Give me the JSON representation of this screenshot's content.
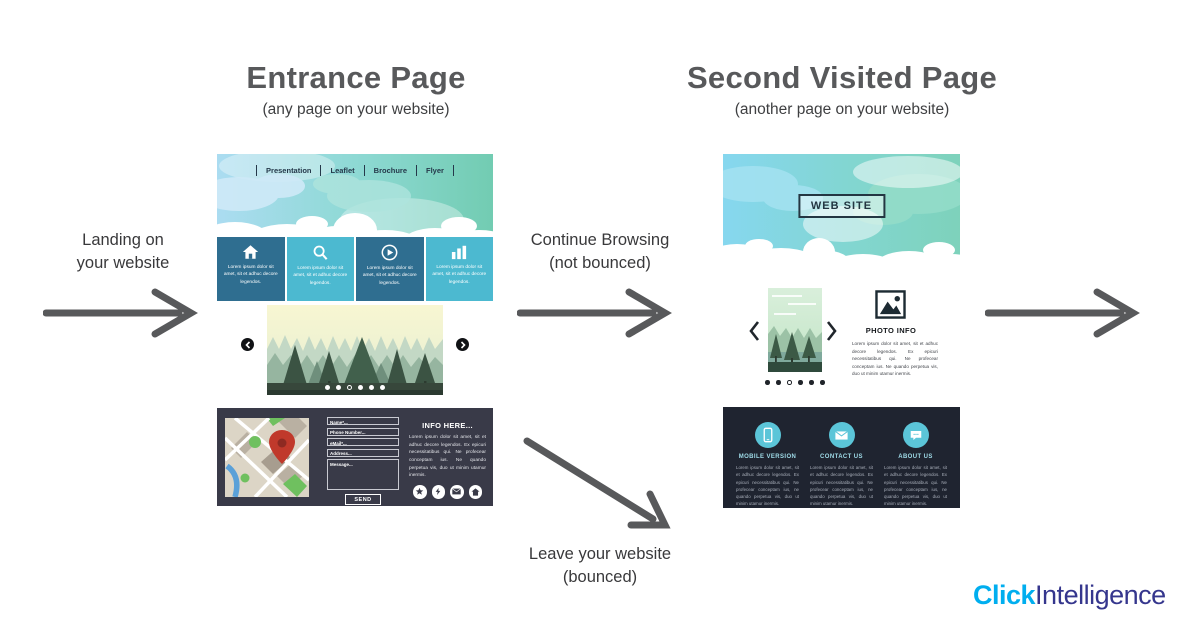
{
  "diagram": {
    "entrance": {
      "title": "Entrance Page",
      "subtitle": "(any page on your website)"
    },
    "second": {
      "title": "Second Visited Page",
      "subtitle": "(another page on your website)"
    },
    "flow": {
      "landing": {
        "line1": "Landing on",
        "line2": "your website"
      },
      "continue": {
        "line1": "Continue Browsing",
        "line2": "(not bounced)"
      },
      "leave": {
        "line1": "Leave your website",
        "line2": "(bounced)"
      }
    }
  },
  "entrance_site": {
    "nav": [
      {
        "label": "Presentation"
      },
      {
        "label": "Leaflet"
      },
      {
        "label": "Brochure"
      },
      {
        "label": "Flyer"
      }
    ],
    "features": [
      {
        "icon": "home-icon",
        "text": "Lorem ipsum dolor sit amet, sit et adhuc decore legendos."
      },
      {
        "icon": "search-icon",
        "text": "Lorem ipsum dolor sit amet, sit et adhuc decore legendos."
      },
      {
        "icon": "play-icon",
        "text": "Lorem ipsum dolor sit amet, sit et adhuc decore legendos."
      },
      {
        "icon": "bar-chart-icon",
        "text": "Lorem ipsum dolor sit amet, sit et adhuc decore legendos."
      }
    ],
    "contact": {
      "fields": [
        {
          "placeholder": "Name*..."
        },
        {
          "placeholder": "Phone Number..."
        },
        {
          "placeholder": "eMail*..."
        },
        {
          "placeholder": "Address..."
        },
        {
          "placeholder": "Message..."
        }
      ],
      "send_label": "SEND",
      "info_heading": "INFO HERE...",
      "info_text": "Lorem ipsum dolor sit amet, sit et adhuc decore legendos. Ex epicuri necessitatibus qui. Ne profecear conceptam ius. Ne quando perpetua vis, duo ut minim utamur inermis.",
      "social_icons": [
        "star-icon",
        "bolt-icon",
        "envelope-icon",
        "home-icon"
      ]
    }
  },
  "second_site": {
    "banner_label": "WEB SITE",
    "photo": {
      "heading": "PHOTO INFO",
      "text": "Lorem ipsum dolor sit amet, sit et adhuc decore legendos. Ex epicuri necessitatibus qui. Ne profecear conceptam ius. Ne quando perpetua vis, duo ut minim utamur inermis."
    },
    "footer_columns": [
      {
        "icon": "smartphone-icon",
        "heading": "MOBILE VERSION",
        "text": "Lorem ipsum dolor sit amet, sit et adhuc decore legendos. Ex epicuri necessitatibus qui. Ne profecear conceptam ius, ne quando perpetua vis, duo ut minim utamur inermis."
      },
      {
        "icon": "envelope-icon",
        "heading": "CONTACT US",
        "text": "Lorem ipsum dolor sit amet, sit et adhuc decore legendos. Ex epicuri necessitatibus qui. Ne profecear conceptam ius, ne quando perpetua vis, duo ut minim utamur inermis."
      },
      {
        "icon": "chat-icon",
        "heading": "ABOUT US",
        "text": "Lorem ipsum dolor sit amet, sit et adhuc decore legendos. Ex epicuri necessitatibus qui. Ne profecear conceptam ius, ne quando perpetua vis, duo ut minim utamur inermis."
      }
    ]
  },
  "branding": {
    "logo_primary": "Click",
    "logo_secondary": "Intelligence"
  },
  "colors": {
    "title_gray": "#58595b",
    "arrow_gray": "#58595b",
    "logo_blue": "#00aeef",
    "logo_navy": "#35368d",
    "feature_dark": "#2f6e90",
    "feature_light": "#4cb9d0",
    "entrance_footer": "#393a48",
    "second_footer": "#1f2430",
    "circle_teal": "#5bc5d8"
  }
}
